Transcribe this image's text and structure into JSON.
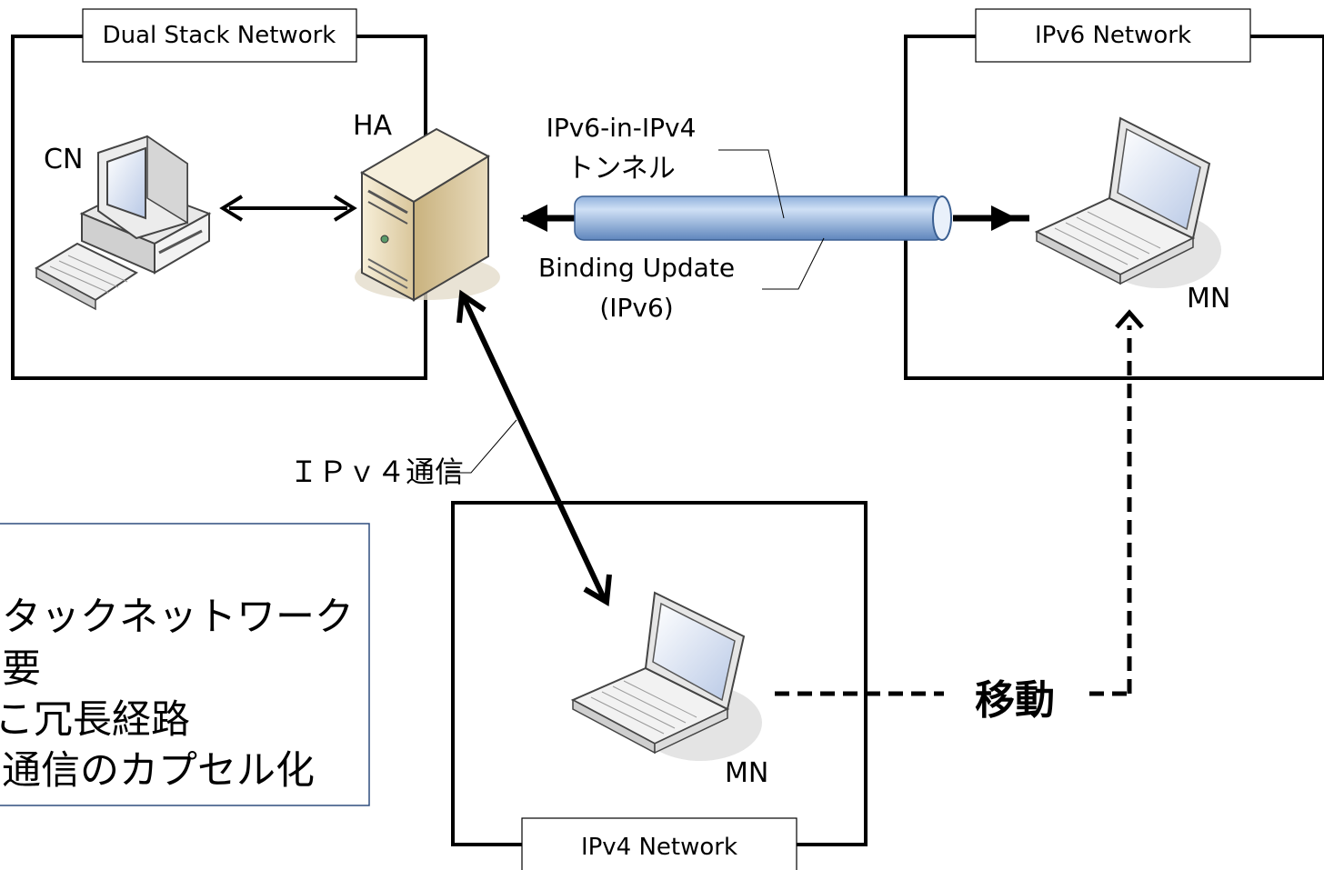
{
  "networks": {
    "dual_stack": {
      "label": "Dual Stack Network"
    },
    "ipv6": {
      "label": "IPv6 Network"
    },
    "ipv4": {
      "label": "IPv4 Network"
    }
  },
  "nodes": {
    "cn": {
      "label": "CN"
    },
    "ha": {
      "label": "HA"
    },
    "mn_ipv6": {
      "label": "MN"
    },
    "mn_ipv4": {
      "label": "MN"
    }
  },
  "tunnel": {
    "label_line1": "IPv6-in-IPv4",
    "label_line2": "トンネル"
  },
  "binding_update": {
    "line1": "Binding Update",
    "line2": "(IPv6)"
  },
  "ipv4_comm": {
    "label": "ＩＰｖ４通信"
  },
  "move": {
    "label": "移動"
  },
  "notes": {
    "lines": [
      "タックネットワーク",
      "要",
      "こ冗長経路",
      "通信のカプセル化"
    ]
  },
  "colors": {
    "tunnel_light": "#c9daf2",
    "tunnel_dark": "#6f94c4",
    "server_body": "#e6d7b5",
    "note_border": "#2f4d7e"
  }
}
